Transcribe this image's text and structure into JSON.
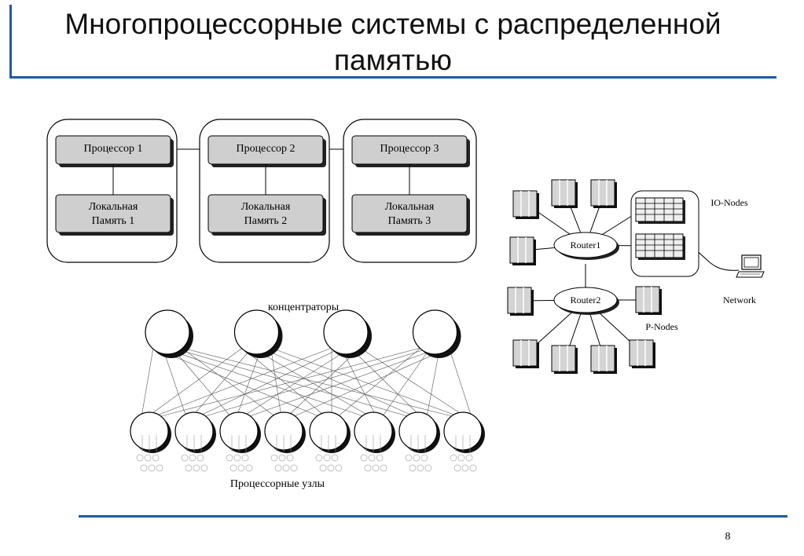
{
  "slide": {
    "title": "Многопроцессорные системы с распределенной памятью",
    "page_number": "8"
  },
  "memory_diagram": {
    "nodes": [
      {
        "processor": "Процессор 1",
        "memory_line1": "Локальная",
        "memory_line2": "Память 1"
      },
      {
        "processor": "Процессор 2",
        "memory_line1": "Локальная",
        "memory_line2": "Память 2"
      },
      {
        "processor": "Процессор 3",
        "memory_line1": "Локальная",
        "memory_line2": "Память 3"
      }
    ]
  },
  "hub_diagram": {
    "hubs_label": "концентраторы",
    "nodes_label": "Процессорные узлы",
    "hub_count": 4,
    "node_count": 8
  },
  "network_diagram": {
    "router1": "Router1",
    "router2": "Router2",
    "io_nodes_label": "IO-Nodes",
    "network_label": "Network",
    "p_nodes_label": "P-Nodes"
  }
}
